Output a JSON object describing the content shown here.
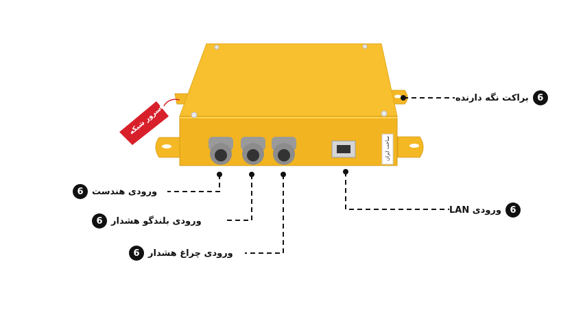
{
  "colors": {
    "box_yellow": "#F7BE2B",
    "box_shadow": "#E0A818",
    "tag_red": "#D8202B",
    "line": "#111111"
  },
  "tag": {
    "text": "سرور شبکه"
  },
  "box_stamp": {
    "text": "ساخت ایران"
  },
  "callouts": {
    "bracket": {
      "number": "6",
      "text": "براکت نگه دارنده"
    },
    "lan": {
      "number": "6",
      "text": "ورودی LAN"
    },
    "handsfree": {
      "number": "6",
      "text": "ورودی هندست"
    },
    "speaker": {
      "number": "6",
      "text": "ورودی بلندگو هشدار"
    },
    "lamp": {
      "number": "6",
      "text": "ورودی چراغ هشدار"
    }
  }
}
